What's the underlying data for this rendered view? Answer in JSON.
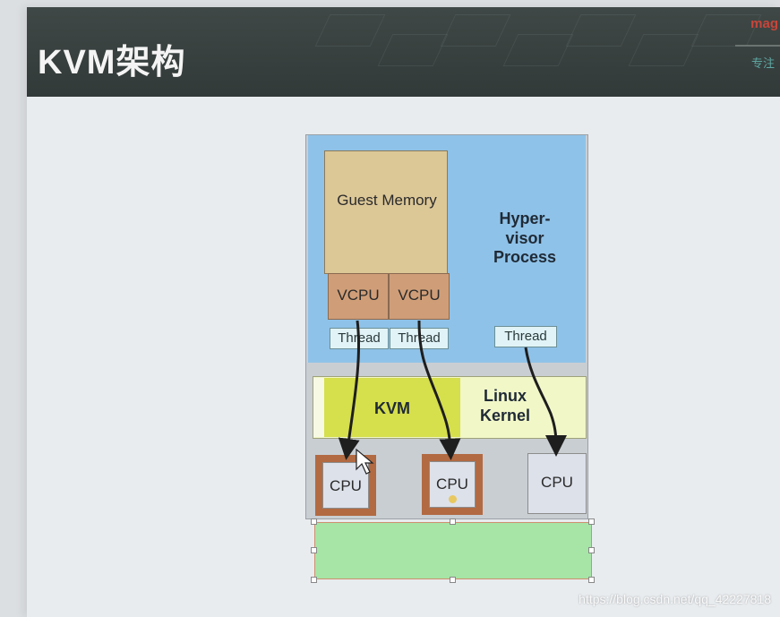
{
  "slide": {
    "title": "KVM架构",
    "brand_logo": "mag",
    "brand_tag": "专注"
  },
  "diagram": {
    "guest_memory": "Guest Memory",
    "hypervisor_process": "Hyper- visor Process",
    "vcpu_1": "VCPU",
    "vcpu_2": "VCPU",
    "thread_1": "Thread",
    "thread_2": "Thread",
    "thread_3": "Thread",
    "kvm": "KVM",
    "linux_kernel": "Linux Kernel",
    "cpu_1": "CPU",
    "cpu_2": "CPU",
    "cpu_3": "CPU"
  },
  "colors": {
    "hypervisor_blue": "#8fc2e8",
    "guest_memory_tan": "#dcc797",
    "vcpu_brown": "#cf9e78",
    "kvm_yellow": "#d6df4c",
    "kernel_cream": "#f2f7c8",
    "cpu_border": "#b26a42",
    "hardware_green": "#a6e5a6"
  },
  "watermark": "https://blog.csdn.net/qq_42227818"
}
